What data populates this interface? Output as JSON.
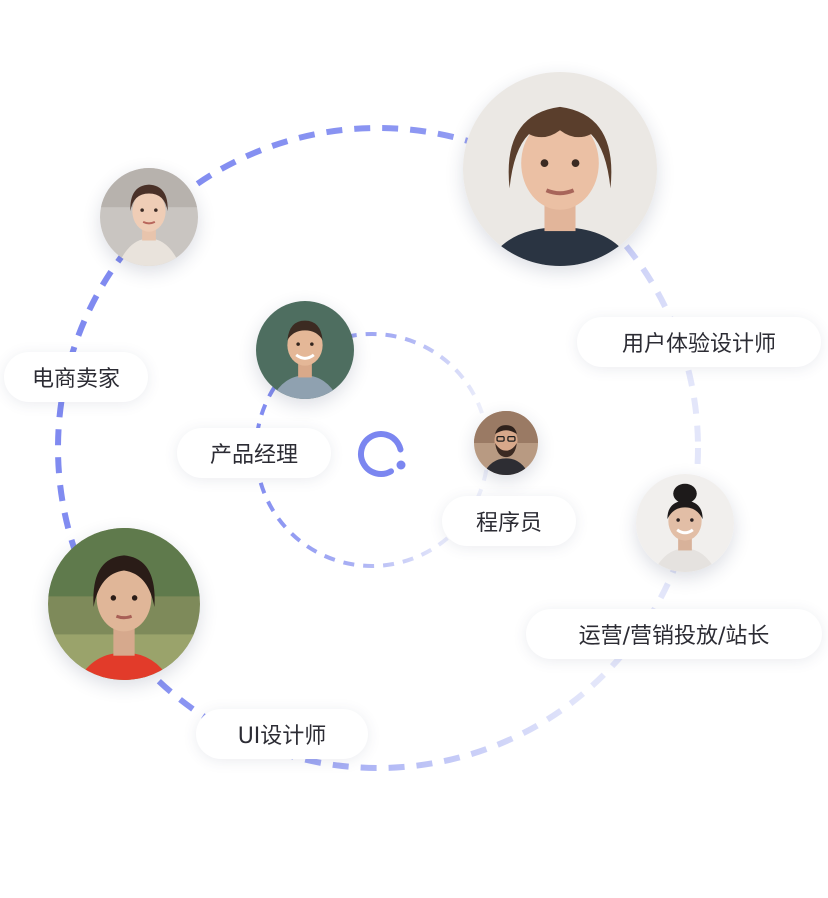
{
  "roles": [
    {
      "key": "ecommerce-seller",
      "label": "电商卖家"
    },
    {
      "key": "ux-designer",
      "label": "用户体验设计师"
    },
    {
      "key": "product-manager",
      "label": "产品经理"
    },
    {
      "key": "programmer",
      "label": "程序员"
    },
    {
      "key": "operations-marketing",
      "label": "运营/营销投放/站长"
    },
    {
      "key": "ui-designer",
      "label": "UI设计师"
    }
  ],
  "colors": {
    "accent": "#7b86f0",
    "accent_light": "#d9ddf8",
    "text": "#2c2c34",
    "background": "#ffffff"
  },
  "center_icon": "loading-ring-icon"
}
